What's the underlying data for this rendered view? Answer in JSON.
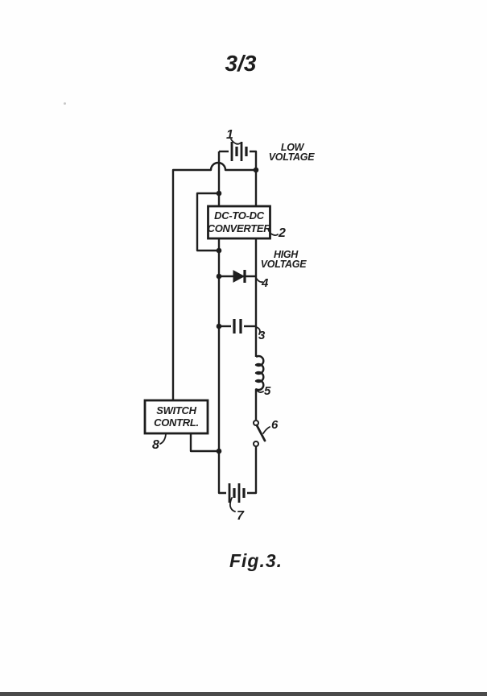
{
  "page": {
    "sheet_number": "3/3",
    "figure_caption": "Fig.3."
  },
  "voltage_labels": {
    "low_line1": "LOW",
    "low_line2": "VOLTAGE",
    "high_line1": "HIGH",
    "high_line2": "VOLTAGE"
  },
  "blocks": {
    "converter_line1": "DC-TO-DC",
    "converter_line2": "CONVERTER",
    "switch_control_line1": "SWITCH",
    "switch_control_line2": "CONTRL."
  },
  "refs": {
    "low_voltage_battery": "1",
    "converter": "2",
    "capacitor": "3",
    "diode": "4",
    "inductor": "5",
    "switch": "6",
    "output_battery": "7",
    "switch_control": "8"
  },
  "colors": {
    "ink": "#1d1d1d",
    "paper": "#fefefe",
    "bar": "#4a4a4a"
  }
}
